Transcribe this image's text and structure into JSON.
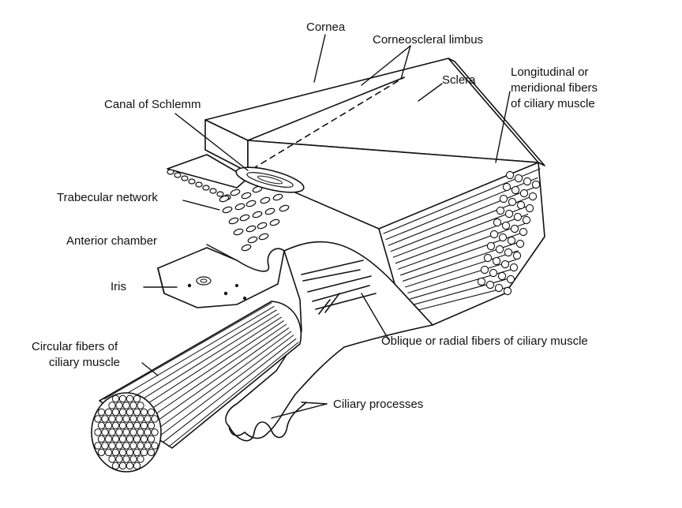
{
  "diagram": {
    "labels": {
      "cornea": "Cornea",
      "corneoscleral_limbus": "Corneoscleral limbus",
      "sclera": "Sclera",
      "canal_of_schlemm": "Canal of Schlemm",
      "longitudinal_line1": "Longitudinal or",
      "longitudinal_line2": "meridional fibers",
      "longitudinal_line3": "of ciliary muscle",
      "trabecular_network": "Trabecular network",
      "anterior_chamber": "Anterior chamber",
      "iris": "Iris",
      "oblique_radial": "Oblique or radial fibers of ciliary muscle",
      "circular_line1": "Circular fibers of",
      "circular_line2": "ciliary muscle",
      "ciliary_processes": "Ciliary processes"
    },
    "colors": {
      "ink": "#111111",
      "paper": "#ffffff"
    }
  }
}
